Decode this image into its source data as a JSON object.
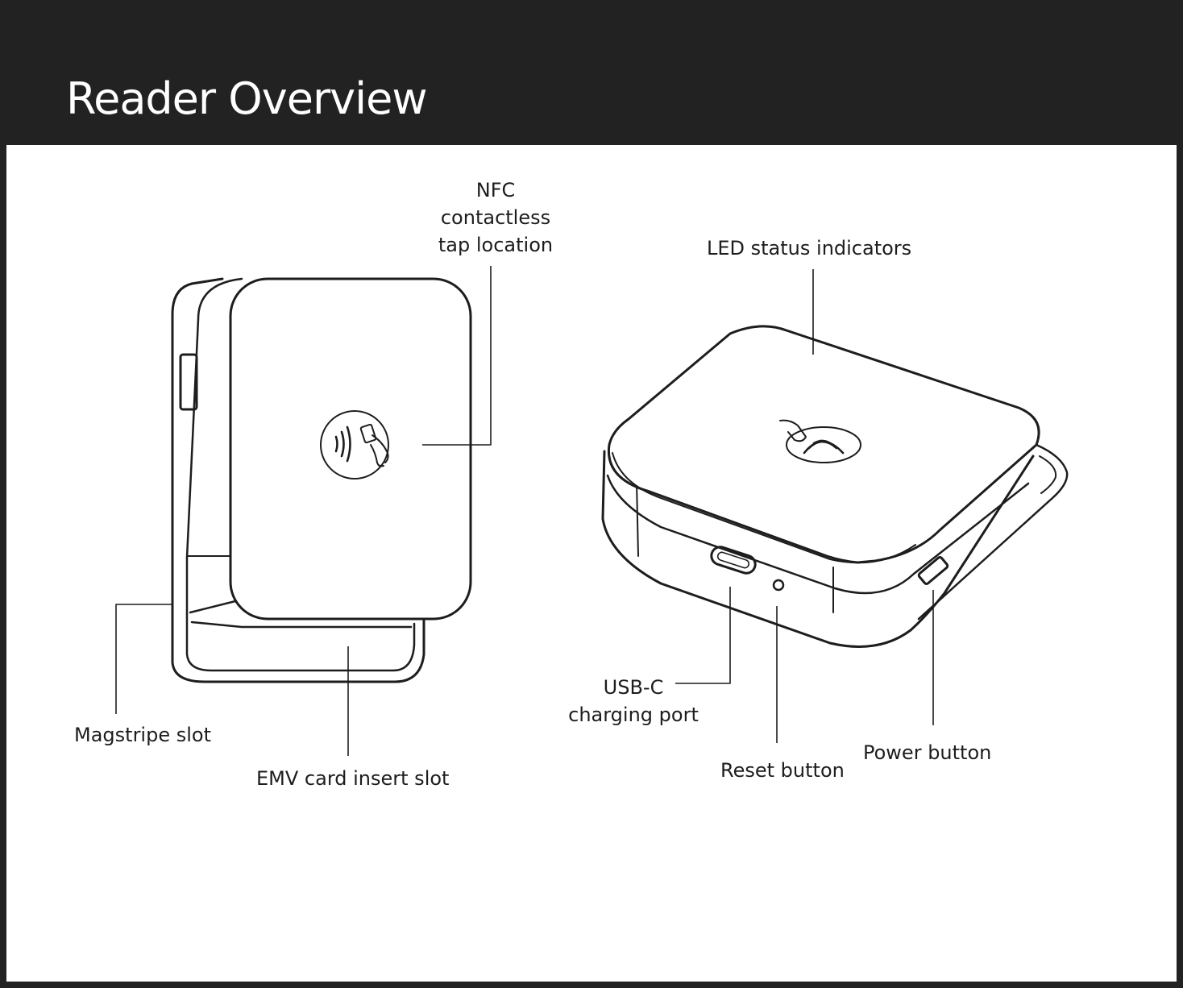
{
  "title": "Reader Overview",
  "labels": {
    "nfc_line1": "NFC",
    "nfc_line2": "contactless",
    "nfc_line3": "tap location",
    "led": "LED status indicators",
    "magstripe": "Magstripe slot",
    "emv": "EMV card insert slot",
    "usbc_line1": "USB-C",
    "usbc_line2": "charging port",
    "reset": "Reset button",
    "power": "Power button"
  },
  "colors": {
    "header": "#222222",
    "panel": "#ffffff",
    "ink": "#1d1d1d"
  }
}
